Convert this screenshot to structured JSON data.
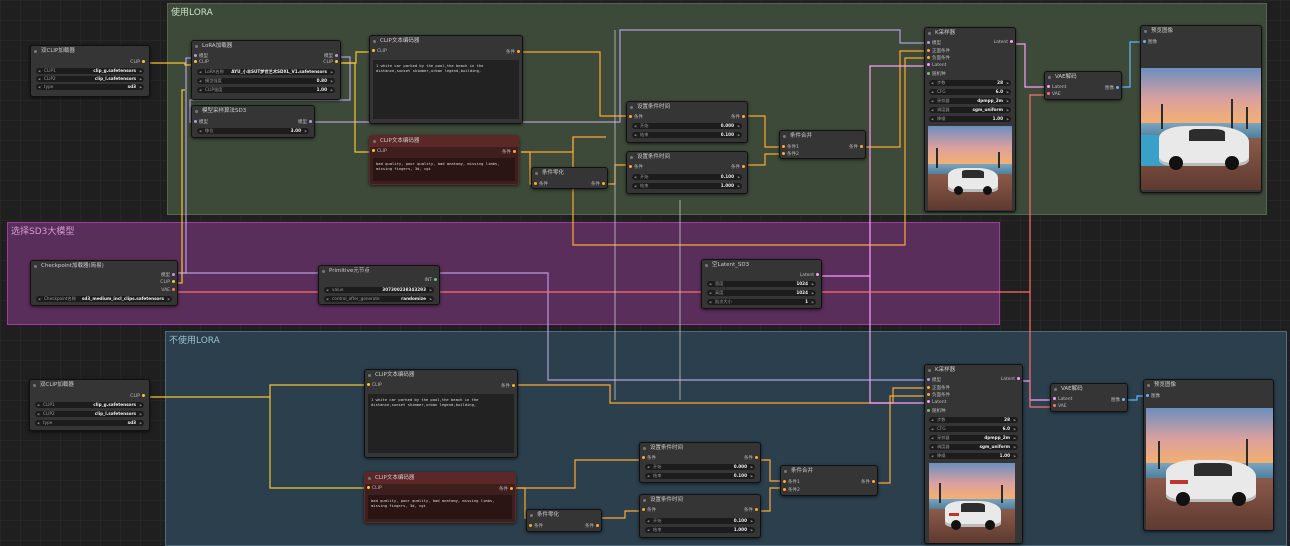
{
  "colors": {
    "group_lora": "#3d4a39",
    "group_lora_title": "#cfe0c6",
    "group_model": "#5a2e5a",
    "group_model_title": "#d49cd4",
    "group_nolora": "#2b3f4c",
    "group_nolora_title": "#9cc0d4",
    "wire_clip": "#f5c433",
    "wire_model": "#b39ddb",
    "wire_conditioning": "#ffa931",
    "wire_latent": "#ff9cf9",
    "wire_vae": "#ff6e6e",
    "wire_image": "#64b5f6",
    "wire_int": "#6cc67d"
  },
  "groups": {
    "lora": "使用LORA",
    "model": "选择SD3大模型",
    "nolora": "不使用LORA"
  },
  "dual_clip_top": {
    "title": "双CLIP加载器",
    "out": "CLIP",
    "w1_k": "CLIP1",
    "w1_v": "clip_g.safetensors",
    "w2_k": "CLIP2",
    "w2_v": "clip_l.safetensors",
    "w3_k": "type",
    "w3_v": "sd3"
  },
  "dual_clip_bottom": {
    "title": "双CLIP加载器",
    "out": "CLIP",
    "w1_k": "CLIP1",
    "w1_v": "clip_g.safetensors",
    "w2_k": "CLIP2",
    "w2_v": "clip_l.safetensors",
    "w3_k": "type",
    "w3_v": "sd3"
  },
  "lora_loader": {
    "title": "LoRA加载器",
    "in1": "模型",
    "in2": "CLIP",
    "out1": "模型",
    "out2": "CLIP",
    "w1_k": "LoRA名称",
    "w1_v": "AYU_小羊SUT梦世艺术SDXL_V1.safetensors",
    "w2_k": "模型强度",
    "w2_v": "0.80",
    "w3_k": "CLIP强度",
    "w3_v": "1.00"
  },
  "sampling_sd3": {
    "title": "模型采样算法SD3",
    "in1": "模型",
    "out1": "模型",
    "w1_k": "移位",
    "w1_v": "3.00"
  },
  "clip_pos_top": {
    "title": "CLIP文本编码器",
    "in1": "CLIP",
    "out1": "条件",
    "text": "1 white car parked by the pool,the beach in the distance,sunset shimmer,urban legend,building,"
  },
  "clip_neg_top": {
    "title": "CLIP文本编码器",
    "in1": "CLIP",
    "out1": "条件",
    "text": "bad quality, poor quality, bad anatomy, missing limbs, missing fingers, 3d, cgi"
  },
  "cond_zero_top": {
    "title": "条件零化",
    "in1": "条件",
    "out1": "条件"
  },
  "timestep1_top": {
    "title": "设置条件时间",
    "in1": "条件",
    "out1": "条件",
    "w1_k": "开始",
    "w1_v": "0.000",
    "w2_k": "结束",
    "w2_v": "0.100"
  },
  "timestep2_top": {
    "title": "设置条件时间",
    "in1": "条件",
    "out1": "条件",
    "w1_k": "开始",
    "w1_v": "0.100",
    "w2_k": "结束",
    "w2_v": "1.000"
  },
  "combine_top": {
    "title": "条件合并",
    "in1": "条件1",
    "in2": "条件2",
    "out1": "条件"
  },
  "ksampler_top": {
    "title": "K采样器",
    "in1": "模型",
    "in2": "正面条件",
    "in3": "负面条件",
    "in4": "Latent",
    "in5": "随机种",
    "out1": "Latent",
    "w1_k": "步数",
    "w1_v": "28",
    "w2_k": "CFG",
    "w2_v": "6.0",
    "w3_k": "采样器",
    "w3_v": "dpmpp_2m",
    "w4_k": "调度器",
    "w4_v": "sgm_uniform",
    "w5_k": "降噪",
    "w5_v": "1.00"
  },
  "vae_top": {
    "title": "VAE解码",
    "in1": "Latent",
    "in2": "VAE",
    "out1": "图像"
  },
  "preview_top": {
    "title": "预览图像",
    "in1": "图像"
  },
  "checkpoint": {
    "title": "Checkpoint加载器(简易)",
    "out1": "模型",
    "out2": "CLIP",
    "out3": "VAE",
    "w1_k": "Checkpoint名称",
    "w1_v": "sd3_medium_incl_clips.safetensors"
  },
  "primitive": {
    "title": "Primitive元节点",
    "out1": "INT",
    "w1_k": "value",
    "w1_v": "307300238343293",
    "w2_k": "control_after_generate",
    "w2_v": "randomize"
  },
  "empty_latent": {
    "title": "空Latent_SD3",
    "out1": "Latent",
    "w1_k": "宽度",
    "w1_v": "1024",
    "w2_k": "高度",
    "w2_v": "1024",
    "w3_k": "批次大小",
    "w3_v": "1"
  },
  "clip_pos_bot": {
    "title": "CLIP文本编码器",
    "in1": "CLIP",
    "out1": "条件",
    "text": "1 white car parked by the pool,the beach in the distance,sunset shimmer,urban legend,building,"
  },
  "clip_neg_bot": {
    "title": "CLIP文本编码器",
    "in1": "CLIP",
    "out1": "条件",
    "text": "bad quality, poor quality, bad anatomy, missing limbs, missing fingers, 3d, cgi"
  },
  "cond_zero_bot": {
    "title": "条件零化",
    "in1": "条件",
    "out1": "条件"
  },
  "timestep1_bot": {
    "title": "设置条件时间",
    "in1": "条件",
    "out1": "条件",
    "w1_k": "开始",
    "w1_v": "0.000",
    "w2_k": "结束",
    "w2_v": "0.100"
  },
  "timestep2_bot": {
    "title": "设置条件时间",
    "in1": "条件",
    "out1": "条件",
    "w1_k": "开始",
    "w1_v": "0.100",
    "w2_k": "结束",
    "w2_v": "1.000"
  },
  "combine_bot": {
    "title": "条件合并",
    "in1": "条件1",
    "in2": "条件2",
    "out1": "条件"
  },
  "ksampler_bot": {
    "title": "K采样器",
    "in1": "模型",
    "in2": "正面条件",
    "in3": "负面条件",
    "in4": "Latent",
    "in5": "随机种",
    "out1": "Latent",
    "w1_k": "步数",
    "w1_v": "28",
    "w2_k": "CFG",
    "w2_v": "6.0",
    "w3_k": "采样器",
    "w3_v": "dpmpp_2m",
    "w4_k": "调度器",
    "w4_v": "sgm_uniform",
    "w5_k": "降噪",
    "w5_v": "1.00"
  },
  "vae_bot": {
    "title": "VAE解码",
    "in1": "Latent",
    "in2": "VAE",
    "out1": "图像"
  },
  "preview_bot": {
    "title": "预览图像",
    "in1": "图像"
  }
}
